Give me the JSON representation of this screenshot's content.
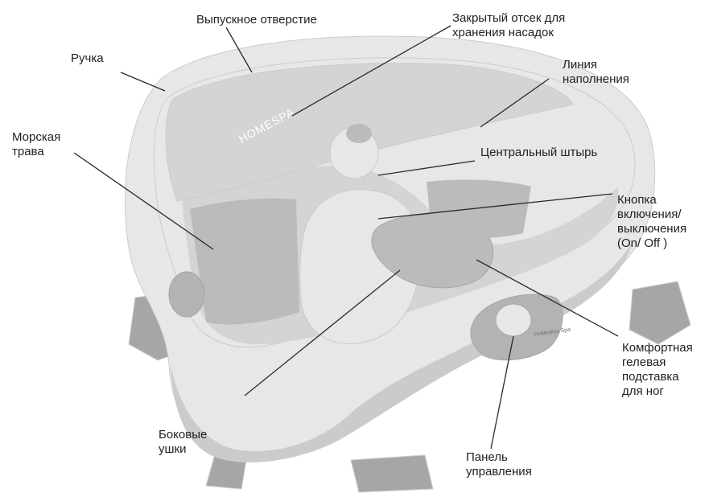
{
  "diagram": {
    "product_logo_text": "HOMESPA",
    "panel_logo_text": "HoMedics Spa",
    "colors": {
      "body": "#e6e8e6",
      "body_shadow": "#c9ccca",
      "water": "#d2d5d2",
      "feet": "#a4a7a5",
      "gel": "#b9bcba",
      "panel": "#b1b4b2",
      "line": "#2a2a2a"
    }
  },
  "labels": {
    "outlet": "Выпускное отверстие",
    "storage": "Закрытый отсек для\nхранения насадок",
    "handle": "Ручка",
    "fill_line": "Линия\nнаполнения",
    "seaweed": "Морская\nтрава",
    "center_pin": "Центральный штырь",
    "power_button": "Кнопка\nвключения/\nвыключения\n(On/ Off )",
    "gel_pad": "Комфортная\nгелевая\nподставка\nдля ног",
    "side_tabs": "Боковые\nушки",
    "control_panel": "Панель\nуправления"
  }
}
